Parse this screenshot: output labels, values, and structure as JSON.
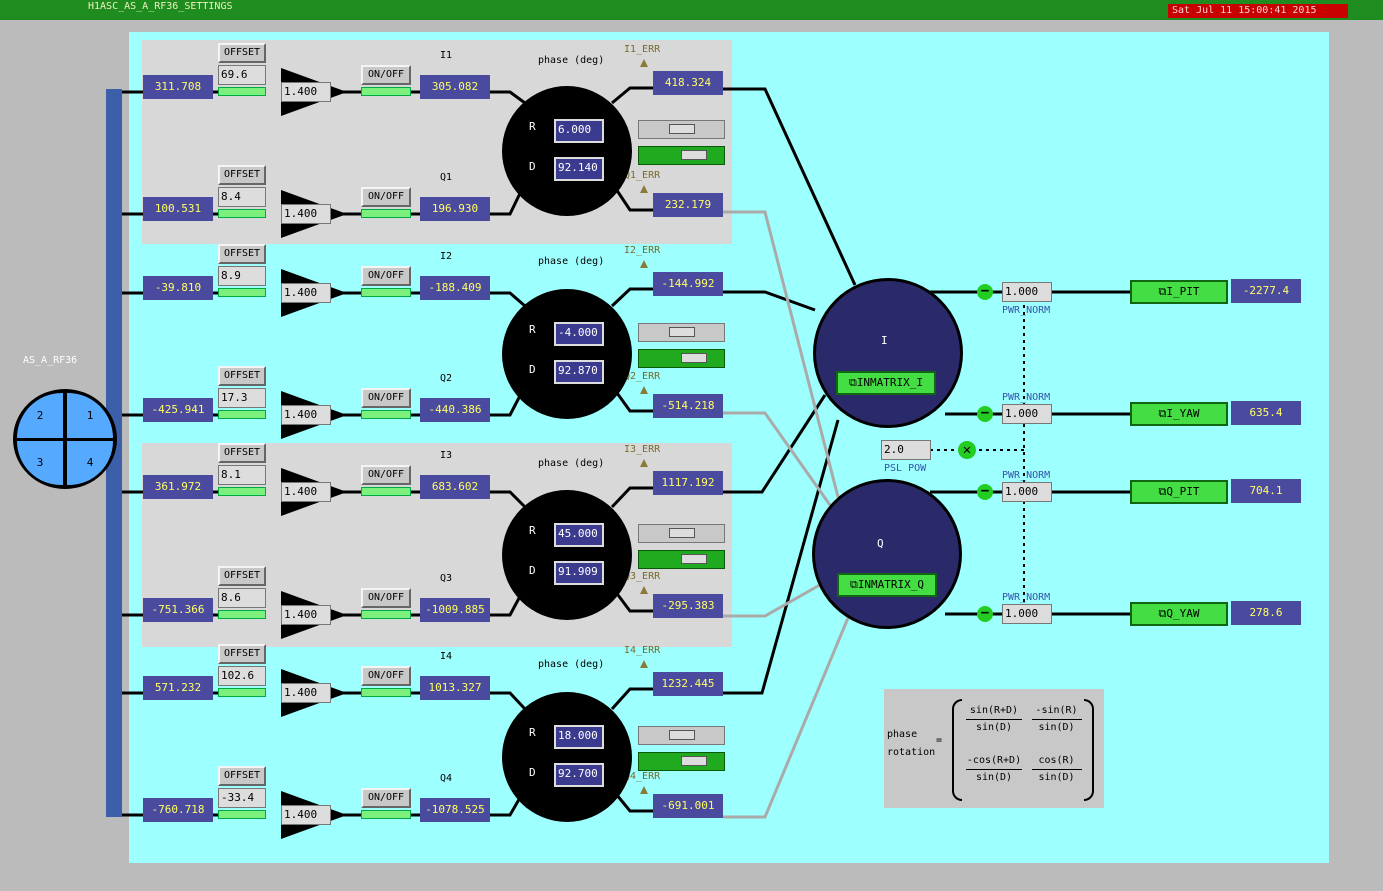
{
  "window": {
    "title": "H1ASC_AS_A_RF36_SETTINGS",
    "datetime": "Sat Jul 11 15:00:41 2015"
  },
  "sensor": {
    "label": "AS_A_RF36",
    "quadrants": [
      "2",
      "1",
      "3",
      "4"
    ]
  },
  "common": {
    "offset_label": "OFFSET",
    "onoff_label": "ON/OFF",
    "phase_label": "phase (deg)",
    "r_label": "R",
    "d_label": "D",
    "gain": "1.400"
  },
  "channels": [
    {
      "input": "311.708",
      "offset": "69.6",
      "name": "I1",
      "output": "305.082",
      "err_label": "I1_ERR",
      "err_value": "418.324"
    },
    {
      "input": "100.531",
      "offset": "8.4",
      "name": "Q1",
      "output": "196.930",
      "err_label": "Q1_ERR",
      "err_value": "232.179"
    },
    {
      "input": "-39.810",
      "offset": "8.9",
      "name": "I2",
      "output": "-188.409",
      "err_label": "I2_ERR",
      "err_value": "-144.992"
    },
    {
      "input": "-425.941",
      "offset": "17.3",
      "name": "Q2",
      "output": "-440.386",
      "err_label": "Q2_ERR",
      "err_value": "-514.218"
    },
    {
      "input": "361.972",
      "offset": "8.1",
      "name": "I3",
      "output": "683.602",
      "err_label": "I3_ERR",
      "err_value": "1117.192"
    },
    {
      "input": "-751.366",
      "offset": "8.6",
      "name": "Q3",
      "output": "-1009.885",
      "err_label": "Q3_ERR",
      "err_value": "-295.383"
    },
    {
      "input": "571.232",
      "offset": "102.6",
      "name": "I4",
      "output": "1013.327",
      "err_label": "I4_ERR",
      "err_value": "1232.445"
    },
    {
      "input": "-760.718",
      "offset": "-33.4",
      "name": "Q4",
      "output": "-1078.525",
      "err_label": "Q4_ERR",
      "err_value": "-691.001"
    }
  ],
  "rotations": [
    {
      "r": "6.000",
      "d": "92.140"
    },
    {
      "r": "-4.000",
      "d": "92.870"
    },
    {
      "r": "45.000",
      "d": "91.909"
    },
    {
      "r": "18.000",
      "d": "92.700"
    }
  ],
  "matrix": {
    "i_label": "I",
    "q_label": "Q",
    "i_button": "INMATRIX_I",
    "q_button": "INMATRIX_Q"
  },
  "psl": {
    "value": "2.0",
    "label": "PSL POW"
  },
  "outputs": [
    {
      "norm": "1.000",
      "norm_label": "PWR_NORM",
      "name": "I_PIT",
      "value": "-2277.4"
    },
    {
      "norm": "1.000",
      "norm_label": "PWR_NORM",
      "name": "I_YAW",
      "value": "635.4"
    },
    {
      "norm": "1.000",
      "norm_label": "PWR_NORM",
      "name": "Q_PIT",
      "value": "704.1"
    },
    {
      "norm": "1.000",
      "norm_label": "PWR_NORM",
      "name": "Q_YAW",
      "value": "278.6"
    }
  ],
  "formula": {
    "label1": "phase",
    "label2": "rotation",
    "equals": "=",
    "a_num": "sin(R+D)",
    "a_den": "sin(D)",
    "b_num": "-sin(R)",
    "b_den": "sin(D)",
    "c_num": "-cos(R+D)",
    "c_den": "sin(D)",
    "d_num": "cos(R)",
    "d_den": "sin(D)"
  },
  "colors": {
    "panel": "#9effff",
    "titlebar": "#1f8c1f",
    "value_bg": "#4a4a9e",
    "value_fg": "#ffff66",
    "accent_green": "#44dd44"
  }
}
